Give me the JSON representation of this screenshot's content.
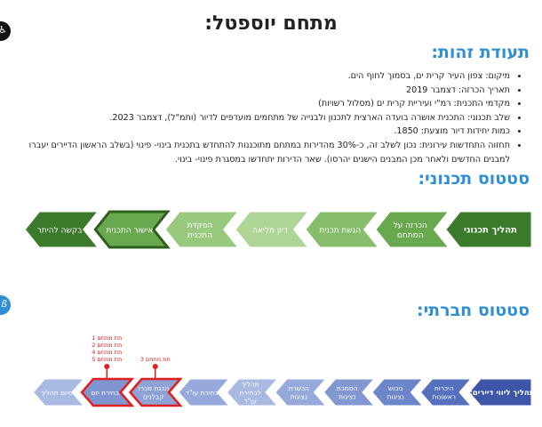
{
  "page_title": "מתחם יוספטל:",
  "identity": {
    "heading": "תעודת זהות:",
    "bullets": [
      "מיקום: צפון העיר קרית ים, בסמוך לחוף הים.",
      "תאריך הכרזה: דצמבר 2019",
      "מקדמי התכנית: רמ\"י ועיריית קרית ים (מסלול רשויות)",
      "שלב תכנוני: התכנית אושרה בועדה הארצית לתכנון ולבנייה של מתחמים מועדפים לדיור (ותמ\"ל), דצמבר 2023.",
      "כמות יחידות דיור מוצעת: 1850.",
      "תחזוה התחדשות עירונית: נכון לשלב זה, כ-30% מהדירות במתחם מתוכננות להתחדש בתכנית בינוי- פינוי (בשלב הראשון הדיירים יעברו למבנים החדשים ולאחר מכן המבנים הישנים יהרסו). שאר הדירות יתחדשו במסגרת פינוי- בינוי."
    ]
  },
  "planning": {
    "heading": "סטטוס תכנוני:",
    "steps": [
      {
        "label": [
          "תהליך תכנוני"
        ],
        "color": "#3b7a2a",
        "text_color": "#ffffff",
        "active": false,
        "header": true
      },
      {
        "label": [
          "הכרזה על",
          "המתחם"
        ],
        "color": "#6aa84f",
        "text_color": "#ffffff",
        "active": false,
        "header": false
      },
      {
        "label": [
          "הגשת תכנית"
        ],
        "color": "#86bd6b",
        "text_color": "#ffffff",
        "active": false,
        "header": false
      },
      {
        "label": [
          "דיון מליאה"
        ],
        "color": "#aed496",
        "text_color": "#ffffff",
        "active": false,
        "header": false
      },
      {
        "label": [
          "הפקדת",
          "התכנית"
        ],
        "color": "#99c97f",
        "text_color": "#ffffff",
        "active": false,
        "header": false
      },
      {
        "label": [
          "אישור התכנית"
        ],
        "color": "#6aa84f",
        "text_color": "#ffffff",
        "active": true,
        "header": false
      },
      {
        "label": [
          "בקשה להיתר"
        ],
        "color": "#3b7a2a",
        "text_color": "#ffffff",
        "active": false,
        "header": false
      }
    ]
  },
  "social": {
    "heading": "סטטוס חברתי:",
    "steps": [
      {
        "label": [
          "תהליך ליווי דיירים:"
        ],
        "color": "#3f56a8",
        "text_color": "#ffffff",
        "active": false,
        "header": true
      },
      {
        "label": [
          "היכרות",
          "ראשונות"
        ],
        "color": "#5670be",
        "text_color": "#ffffff",
        "active": false,
        "header": false
      },
      {
        "label": [
          "גיבוש",
          "נציגות"
        ],
        "color": "#6d86c9",
        "text_color": "#ffffff",
        "active": false,
        "header": false
      },
      {
        "label": [
          "הסמכת",
          "נציגות"
        ],
        "color": "#8198d1",
        "text_color": "#ffffff",
        "active": false,
        "header": false
      },
      {
        "label": [
          "הכשרת",
          "נציגות"
        ],
        "color": "#95a9da",
        "text_color": "#ffffff",
        "active": false,
        "header": false
      },
      {
        "label": [
          "תהליך",
          "לבחירת",
          "עו\"ד"
        ],
        "color": "#a8b9e2",
        "text_color": "#ffffff",
        "active": false,
        "header": false
      },
      {
        "label": [
          "בחירת עו\"ד"
        ],
        "color": "#96a9da",
        "text_color": "#ffffff",
        "active": false,
        "header": false
      },
      {
        "label": [
          "הכנת מכרז",
          "קבלנים"
        ],
        "color": "#8ea2d6",
        "text_color": "#ffffff",
        "active": true,
        "header": false
      },
      {
        "label": [
          "בחירת יזם"
        ],
        "color": "#7f95cf",
        "text_color": "#ffffff",
        "active": true,
        "header": false
      },
      {
        "label": [
          "סיום תהליך"
        ],
        "color": "#a8b9e2",
        "text_color": "#ffffff",
        "active": false,
        "header": false
      }
    ],
    "annotations": [
      {
        "step": 8,
        "lines": [
          "תת מתחם 1",
          "תת מתחם 2",
          "תת מתחם 4",
          "תת מתחם 5"
        ]
      },
      {
        "step": 7,
        "lines": [
          "תת מתחם 3"
        ]
      }
    ],
    "marker_color": "#e02020"
  },
  "edge_icons": [
    {
      "icon": "accessibility-icon",
      "glyph": "♿"
    },
    {
      "icon": "brand-badge-icon",
      "glyph": "ß"
    }
  ]
}
